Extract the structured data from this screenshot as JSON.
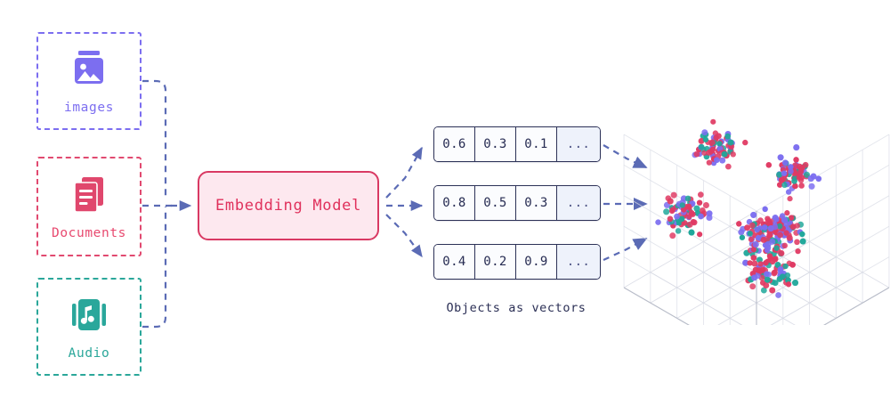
{
  "diagram": {
    "title": "Embedding pipeline: objects to vectors to vector space",
    "background": "#ffffff",
    "sources": [
      {
        "id": "images",
        "label": "images",
        "icon": "image-icon",
        "color": "#7c6ef0",
        "border_color": "#7c6ef0"
      },
      {
        "id": "documents",
        "label": "Documents",
        "icon": "documents-icon",
        "color": "#e8496f",
        "border_color": "#e14a70"
      },
      {
        "id": "audio",
        "label": "Audio",
        "icon": "audio-icon",
        "color": "#2ba79a",
        "border_color": "#2ba79a"
      }
    ],
    "model": {
      "label": "Embedding Model",
      "text_color": "#e0315c",
      "fill": "#fde8ef",
      "border_color": "#d93963"
    },
    "vectors": {
      "caption": "Objects as vectors",
      "rows": [
        {
          "cells": [
            "0.6",
            "0.3",
            "0.1",
            "..."
          ]
        },
        {
          "cells": [
            "0.8",
            "0.5",
            "0.3",
            "..."
          ]
        },
        {
          "cells": [
            "0.4",
            "0.2",
            "0.9",
            "..."
          ]
        }
      ],
      "border_color": "#2c3157",
      "text_color": "#262b52"
    },
    "connectors": {
      "color": "#5b6bb5",
      "style": "dashed",
      "arrow_head": "filled-triangle",
      "left_group_label": "sources-to-model",
      "mid_group_label": "model-to-vectors",
      "right_group_label": "vectors-to-space"
    },
    "vector_space": {
      "name": "vector-space-cube",
      "shape": "isometric-cube",
      "grid": true,
      "grid_color": "#d7dae4",
      "point_colors": [
        "#e03a63",
        "#7c6ef0",
        "#1fa79a"
      ],
      "point_count": 430,
      "clusters": 6
    }
  }
}
